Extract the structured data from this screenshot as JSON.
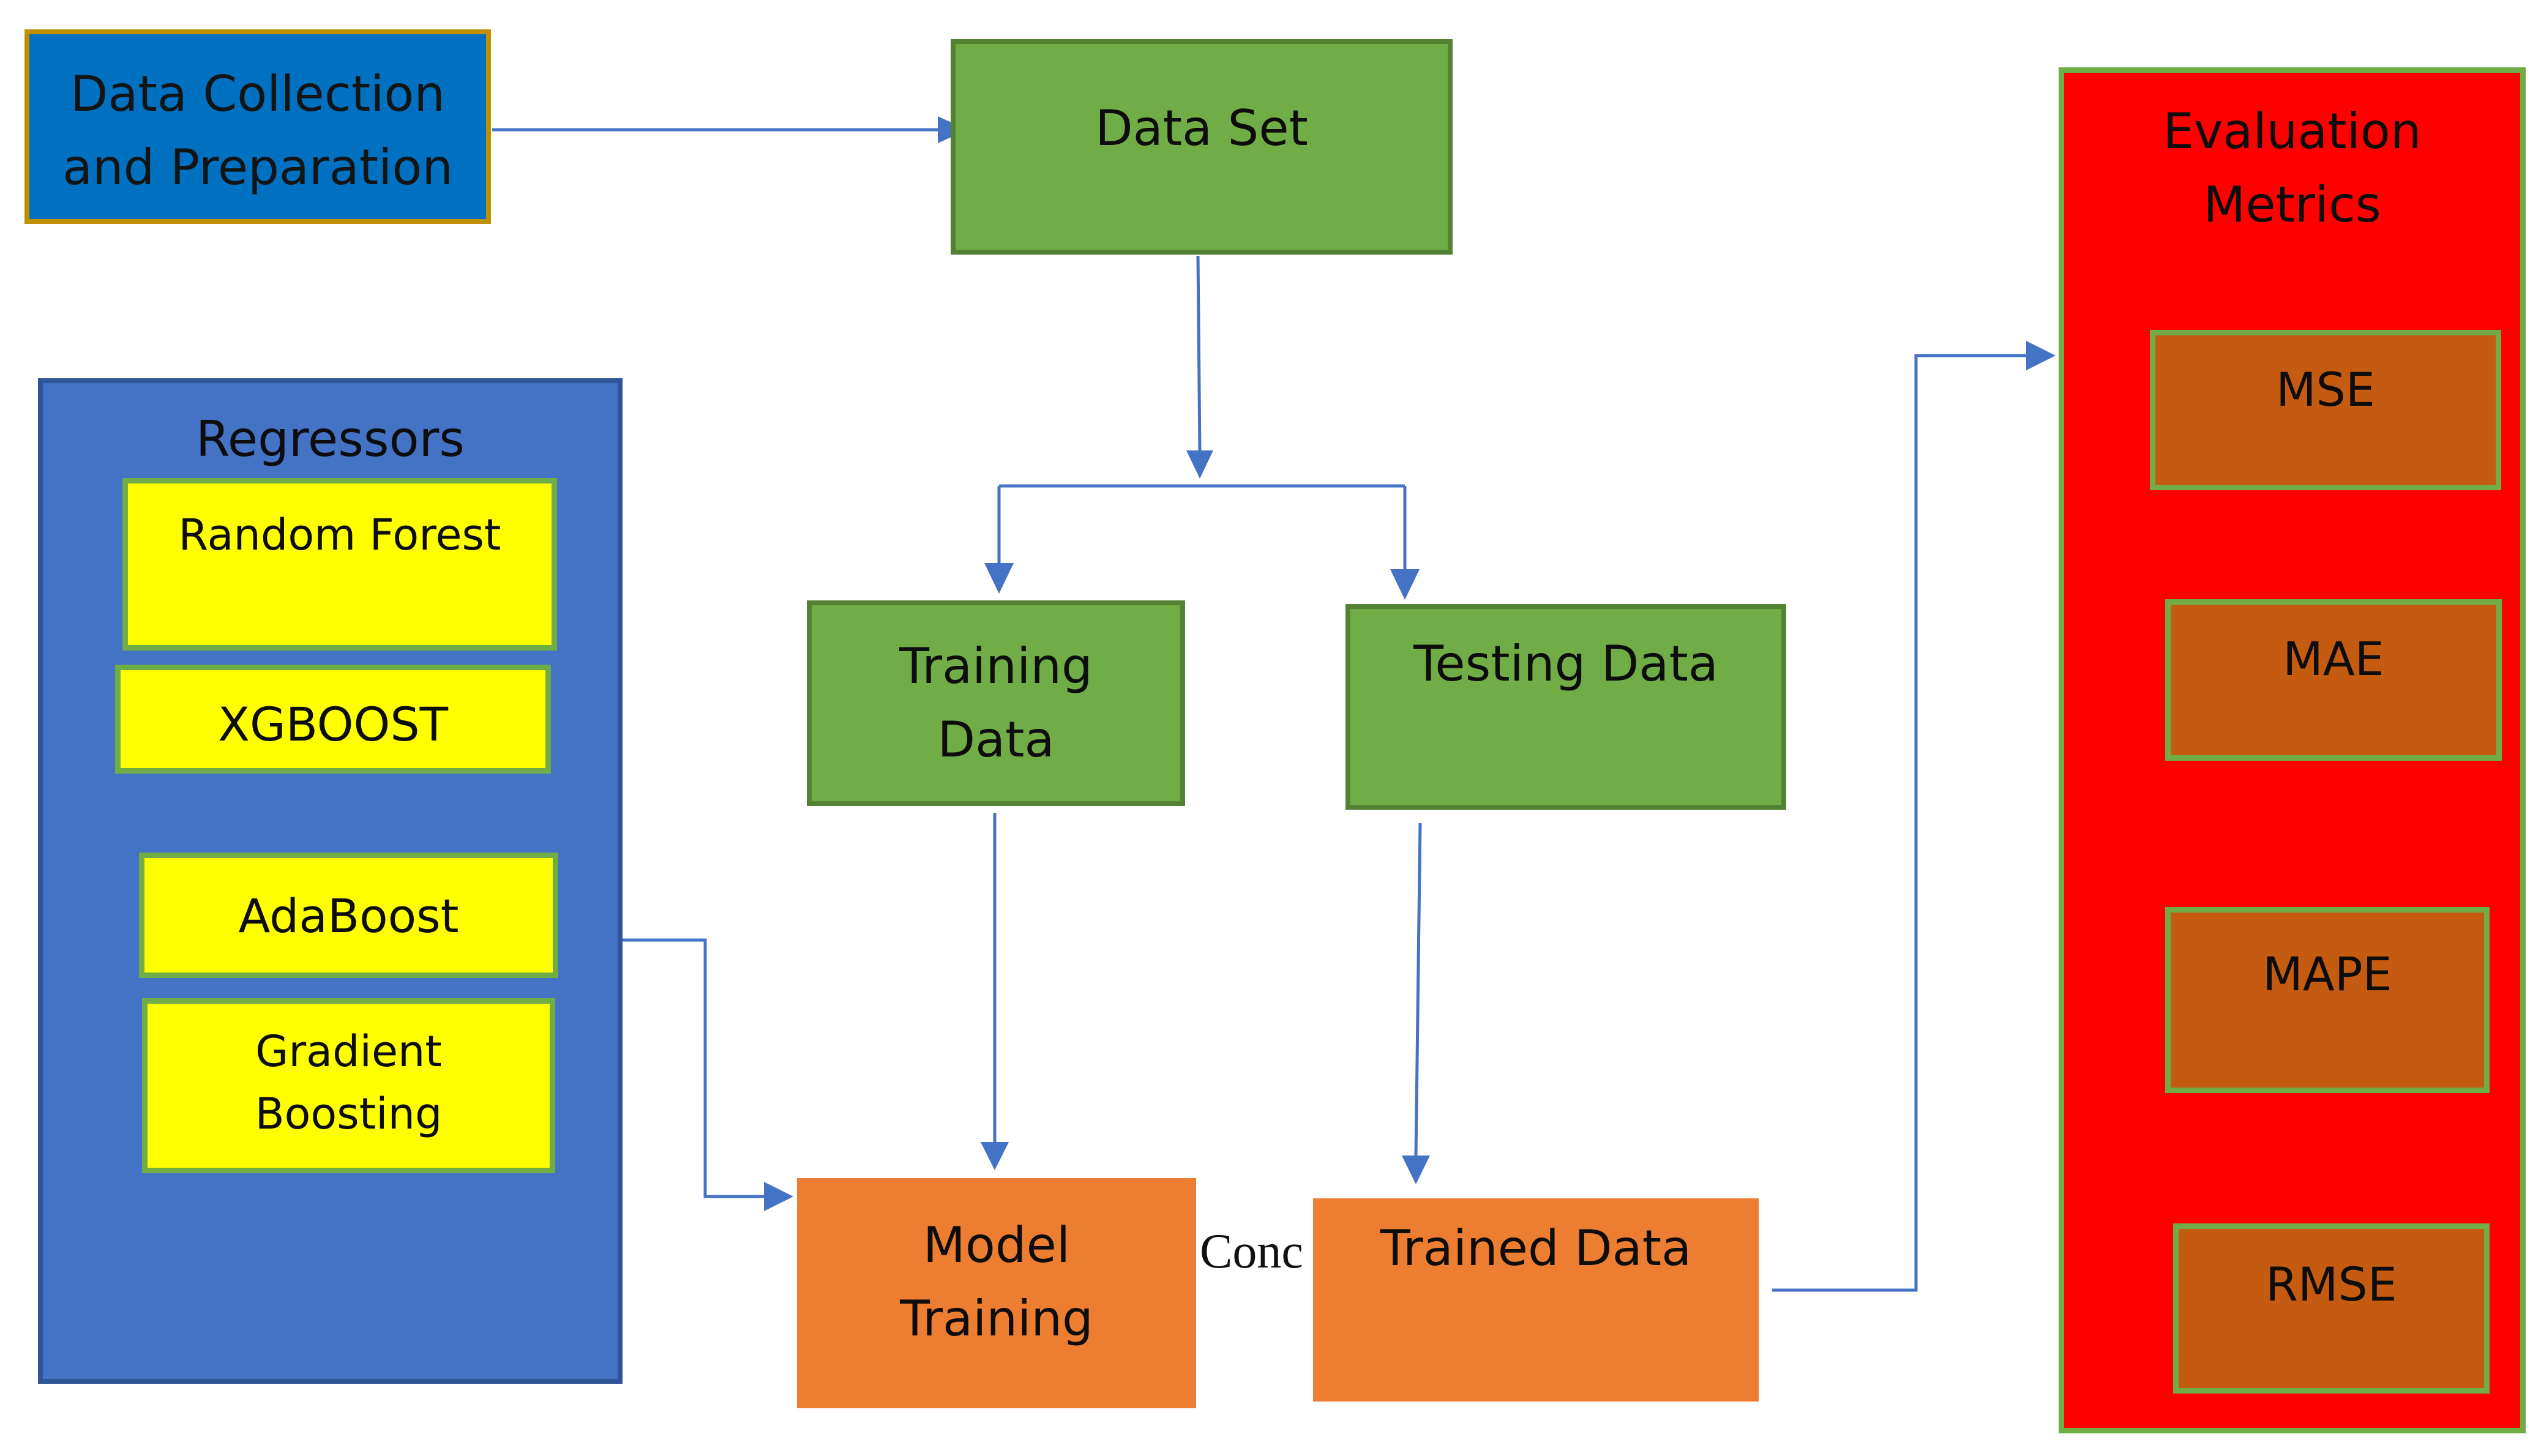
{
  "diagram": {
    "data_collection": {
      "line1": "Data Collection",
      "line2": "and Preparation"
    },
    "data_set": "Data Set",
    "training_data": {
      "line1": "Training",
      "line2": "Data"
    },
    "testing_data": "Testing Data",
    "regressors": {
      "title": "Regressors",
      "items": [
        "Random Forest",
        "XGBOOST",
        "AdaBoost",
        {
          "line1": "Gradient",
          "line2": "Boosting"
        }
      ]
    },
    "model_training": {
      "line1": "Model",
      "line2": "Training"
    },
    "trained_data": "Trained Data",
    "fragment_text": "Conc",
    "evaluation": {
      "title": {
        "line1": "Evaluation",
        "line2": "Metrics"
      },
      "metrics": [
        "MSE",
        "MAE",
        "MAPE",
        "RMSE"
      ]
    }
  },
  "colors": {
    "arrow": "#4472c4",
    "data_collection_fill": "#0070c0",
    "data_collection_border": "#bf8f00",
    "green_fill": "#70ad47",
    "regressors_fill": "#4472c4",
    "regressor_item_fill": "#ffff00",
    "orange_fill": "#ed7d31",
    "evaluation_fill": "#ff0000",
    "metric_fill": "#c55a11"
  }
}
